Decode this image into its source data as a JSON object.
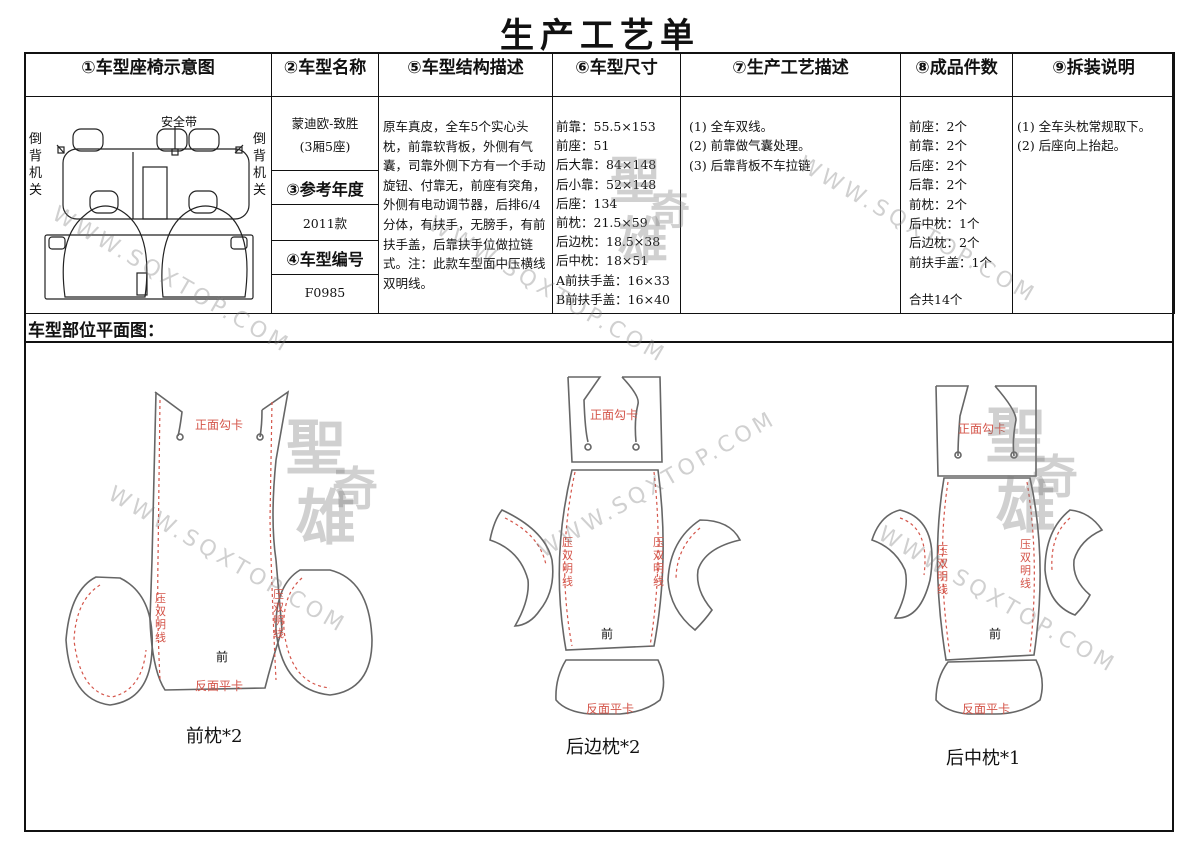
{
  "title": "生产工艺单",
  "headers": [
    "①车型座椅示意图",
    "②车型名称",
    "⑤车型结构描述",
    "⑥车型尺寸",
    "⑦生产工艺描述",
    "⑧成品件数",
    "⑨拆装说明"
  ],
  "diagram": {
    "left_label": "倒背机关",
    "right_label": "倒背机关",
    "belt_label": "安全带",
    "left_chars": [
      "倒",
      "背",
      "机",
      "关"
    ],
    "right_chars": [
      "倒",
      "背",
      "机",
      "关"
    ]
  },
  "car": {
    "name": "蒙迪欧-致胜",
    "seats": "(3厢5座)",
    "year_label": "③参考年度",
    "year": "2011款",
    "code_label": "④车型编号",
    "code": "F0985"
  },
  "structure": "原车真皮，全车5个实心头枕，前靠软背板，外侧有气囊，司靠外侧下方有一个手动旋钮、付靠无，前座有突角，外侧有电动调节器，后排6/4分体，有扶手，无膀手，有前扶手盖，后靠扶手位做拉链式。注：此款车型面中压横线双明线。",
  "sizes": [
    "前靠：55.5×153",
    "前座：51",
    "后大靠：84×148",
    "后小靠：52×148",
    "后座：134",
    "前枕：21.5×59",
    "后边枕：18.5×38",
    "后中枕：18×51",
    "A前扶手盖：16×33",
    "B前扶手盖：16×40"
  ],
  "process": [
    "(1) 全车双线。",
    "(2) 前靠做气囊处理。",
    "(3) 后靠背板不车拉链"
  ],
  "counts": [
    "前座：2个",
    "前靠：2个",
    "后座：2个",
    "后靠：2个",
    "前枕：2个",
    "后中枕：1个",
    "后边枕：2个",
    "前扶手盖：1个"
  ],
  "count_total": "合共14个",
  "install": [
    "(1) 全车头枕常规取下。",
    "(2) 后座向上抬起。"
  ],
  "section_label": "车型部位平面图：",
  "pattern_labels": {
    "hook": "正面勾卡",
    "flat": "反面平卡",
    "stitch": "压双明线",
    "front": "前"
  },
  "captions": [
    "前枕*2",
    "后边枕*2",
    "后中枕*1"
  ],
  "watermark_text": "WWW.SQXTOP.COM",
  "watermark_logo": [
    "聖",
    "奇",
    "雄"
  ],
  "colors": {
    "stitch": "#d4554a",
    "outline": "#666666"
  }
}
